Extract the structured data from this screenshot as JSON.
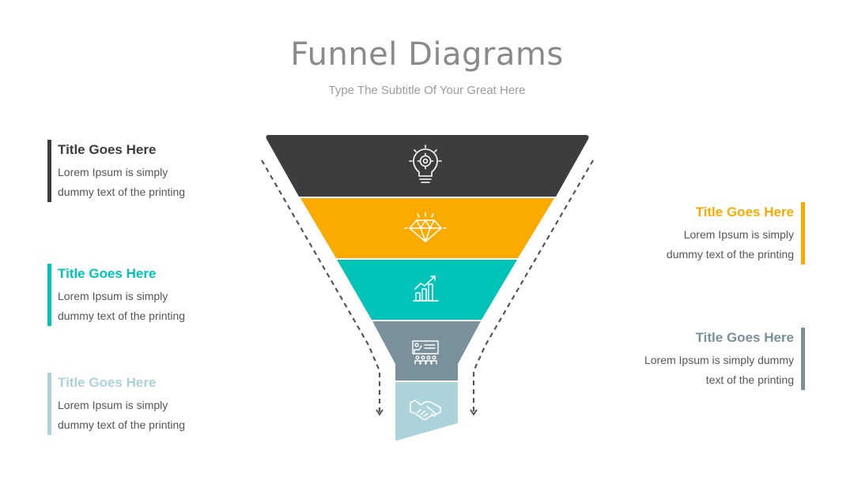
{
  "header": {
    "title": "Funnel Diagrams",
    "subtitle": "Type The Subtitle Of Your Great Here"
  },
  "colors": {
    "stage1": "#3d3d3f",
    "stage2": "#fbab00",
    "stage3": "#00c4b8",
    "stage4": "#7a909a",
    "stage5": "#acd3da"
  },
  "stages": [
    {
      "icon": "lightbulb-gear-icon"
    },
    {
      "icon": "diamond-icon"
    },
    {
      "icon": "growth-chart-icon"
    },
    {
      "icon": "presentation-meeting-icon"
    },
    {
      "icon": "handshake-icon"
    }
  ],
  "items": [
    {
      "title": "Title Goes Here",
      "line1": "Lorem Ipsum is simply",
      "line2": "dummy text of the printing"
    },
    {
      "title": "Title Goes Here",
      "line1": "Lorem Ipsum is simply",
      "line2": "dummy text of the printing"
    },
    {
      "title": "Title Goes Here",
      "line1": "Lorem Ipsum is simply",
      "line2": "dummy text of the printing"
    },
    {
      "title": "Title Goes Here",
      "line1": "Lorem Ipsum is simply",
      "line2": "dummy text of the printing"
    },
    {
      "title": "Title Goes Here",
      "line1": "Lorem Ipsum is simply dummy",
      "line2": "text of the printing"
    }
  ]
}
